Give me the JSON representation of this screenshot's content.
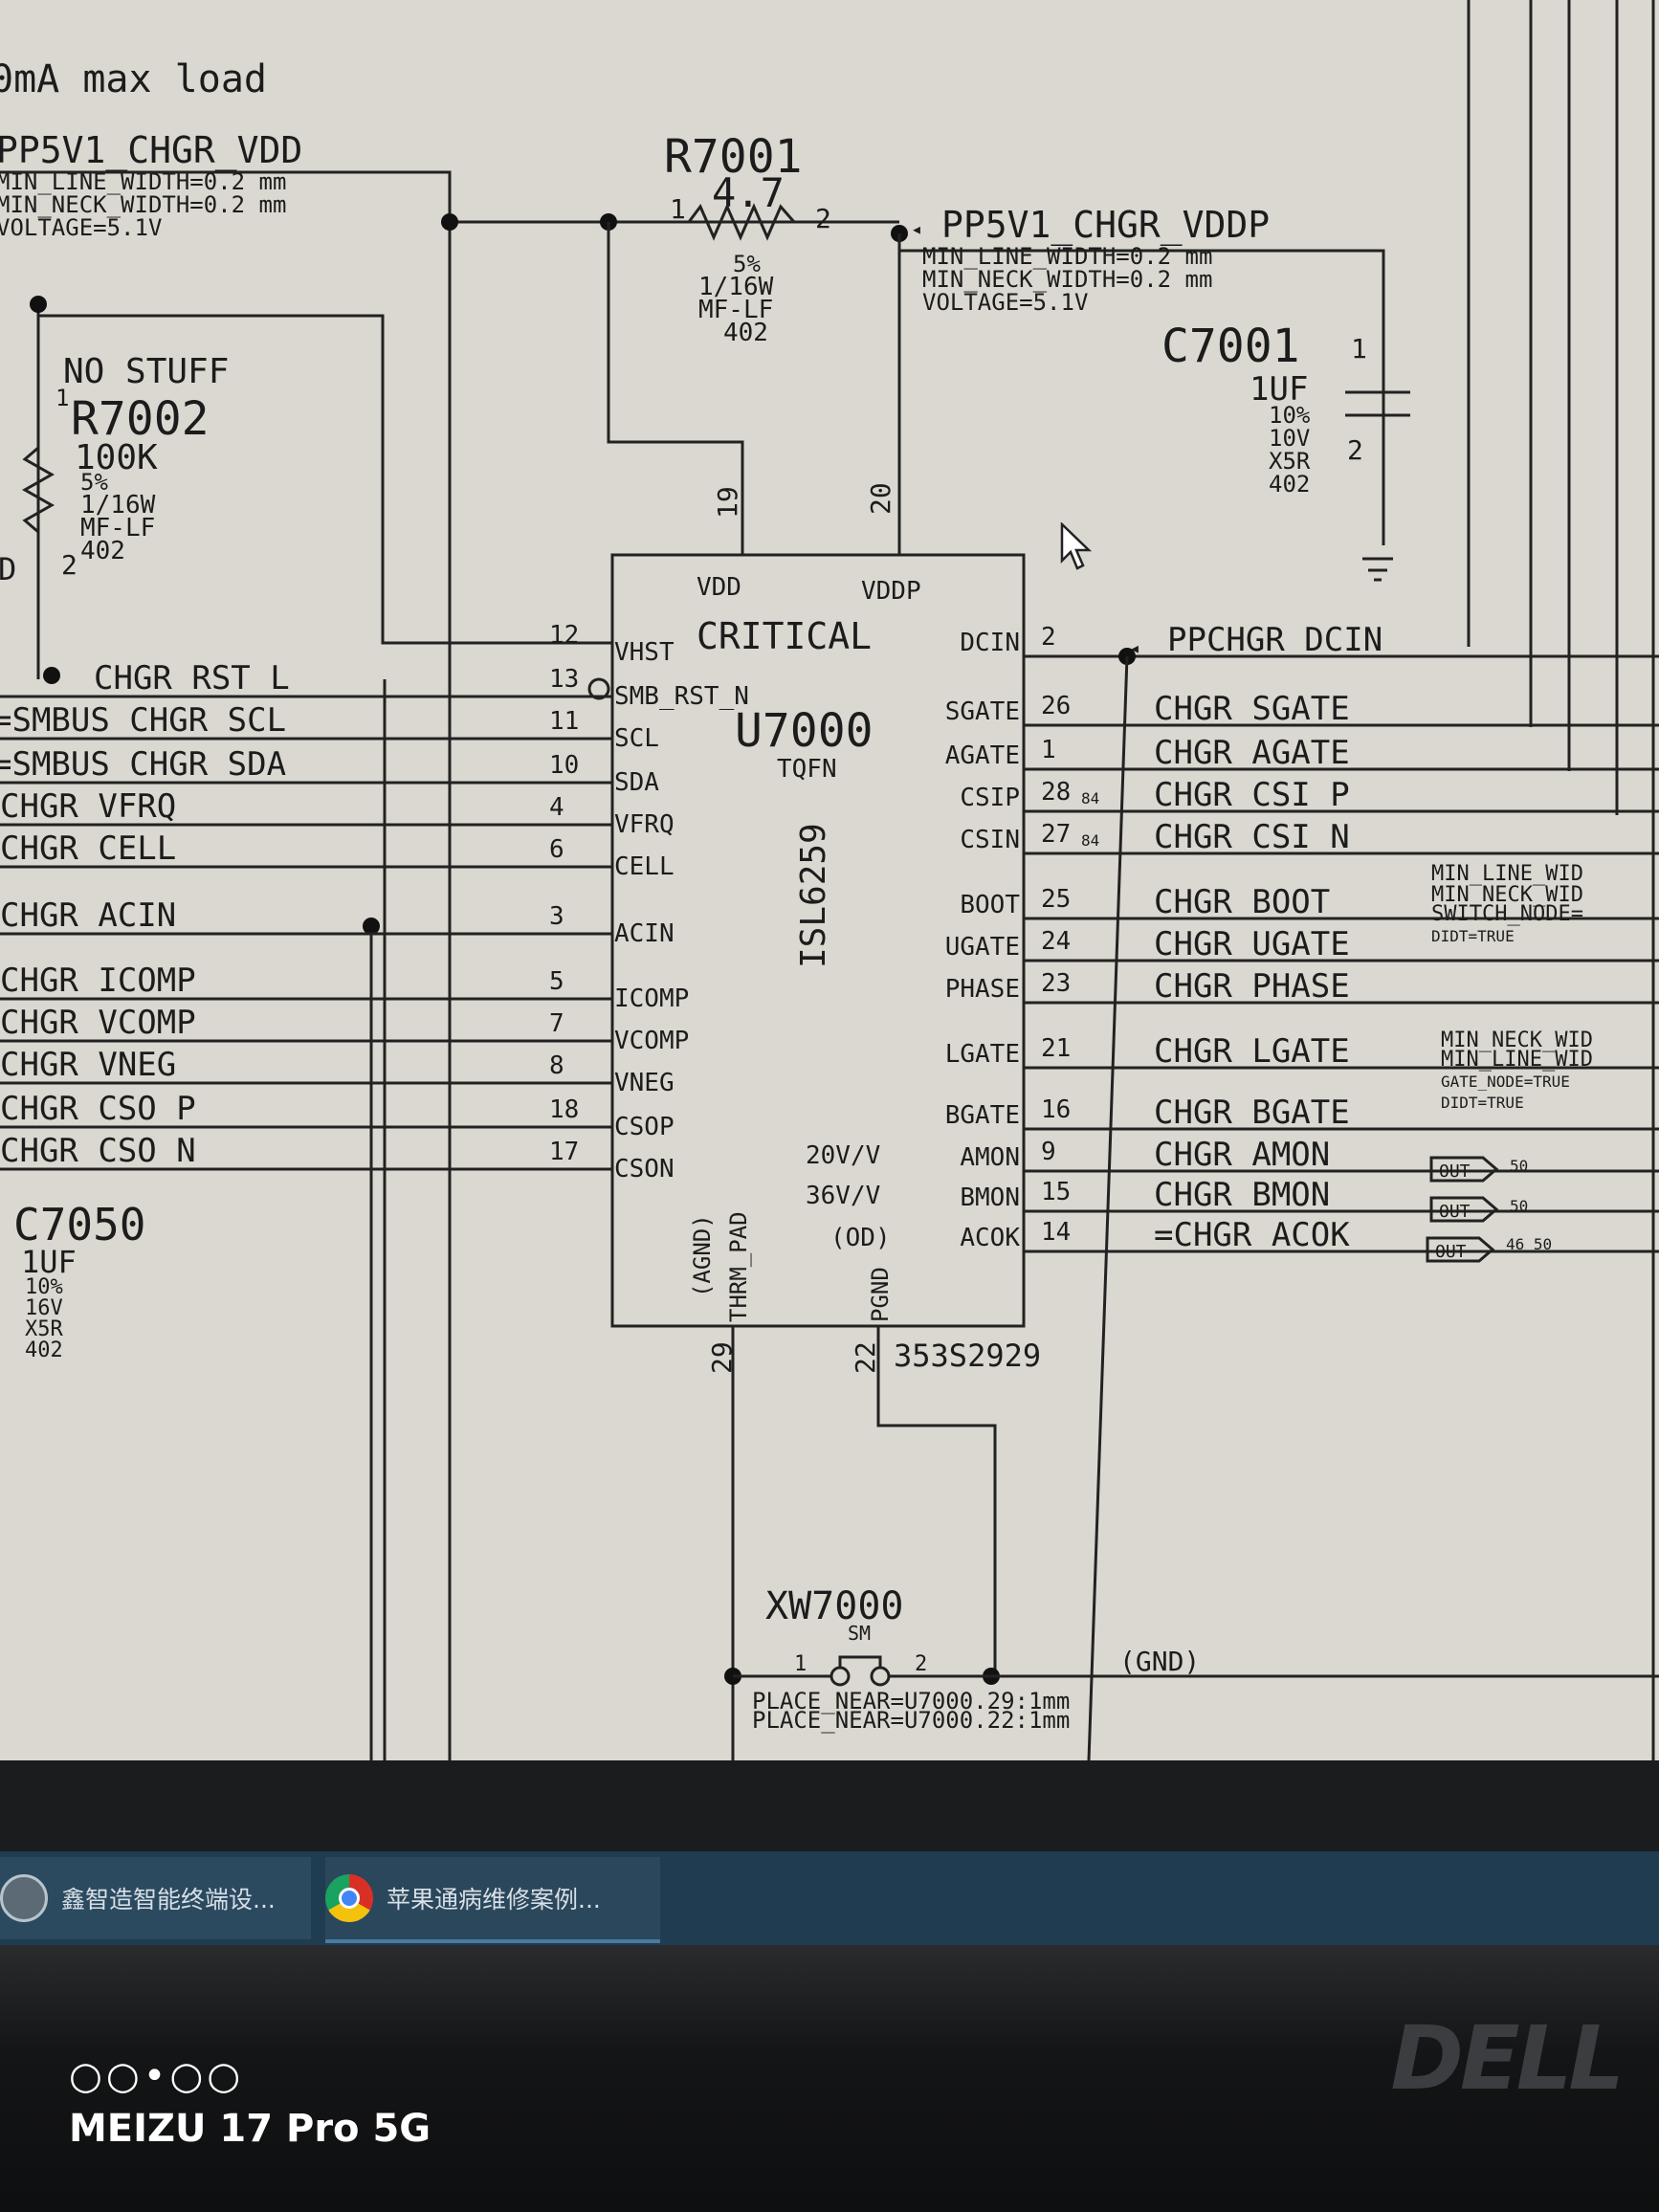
{
  "schematic": {
    "header_note": "0mA max load",
    "net_vdd": "PP5V1_CHGR_VDD",
    "net_vdd_attr1": "MIN_LINE_WIDTH=0.2 mm",
    "net_vdd_attr2": "MIN_NECK_WIDTH=0.2 mm",
    "net_vdd_attr3": "VOLTAGE=5.1V",
    "r7001_ref": "R7001",
    "r7001_value": "4.7",
    "r7001_tol": "5%",
    "r7001_power": "1/16W",
    "r7001_type": "MF-LF",
    "r7001_pkg": "402",
    "net_vddp": "PP5V1_CHGR_VDDP",
    "net_vddp_attr1": "MIN_LINE_WIDTH=0.2 mm",
    "net_vddp_attr2": "MIN_NECK_WIDTH=0.2 mm",
    "net_vddp_attr3": "VOLTAGE=5.1V",
    "c7001_ref": "C7001",
    "c7001_value": "1UF",
    "c7001_tol": "10%",
    "c7001_volt": "10V",
    "c7001_diel": "X5R",
    "c7001_pkg": "402",
    "no_stuff": "NO STUFF",
    "r7002_ref": "R7002",
    "r7002_value": "100K",
    "r7002_tol": "5%",
    "r7002_power": "1/16W",
    "r7002_type": "MF-LF",
    "r7002_pkg": "402",
    "ic_ref": "U7000",
    "ic_pkg": "TQFN",
    "ic_part": "ISL6259",
    "ic_critical": "CRITICAL",
    "ic_partnum": "353S2929",
    "ic_vdd": "VDD",
    "ic_vddp": "VDDP",
    "ic_agnd": "(AGND)",
    "ic_thrm": "THRM_PAD",
    "ic_pgnd": "PGND",
    "pin_19": "19",
    "pin_20": "20",
    "pin_29": "29",
    "pin_22": "22",
    "left_pins": [
      {
        "num": "12",
        "pin": "VHST",
        "net": ""
      },
      {
        "num": "13",
        "pin": "SMB_RST_N",
        "net": "CHGR_RST_L"
      },
      {
        "num": "11",
        "pin": "SCL",
        "net": "=SMBUS_CHGR_SCL"
      },
      {
        "num": "10",
        "pin": "SDA",
        "net": "=SMBUS_CHGR_SDA"
      },
      {
        "num": "4",
        "pin": "VFRQ",
        "net": "CHGR_VFRQ"
      },
      {
        "num": "6",
        "pin": "CELL",
        "net": "CHGR_CELL"
      },
      {
        "num": "3",
        "pin": "ACIN",
        "net": "CHGR_ACIN"
      },
      {
        "num": "5",
        "pin": "ICOMP",
        "net": "CHGR_ICOMP"
      },
      {
        "num": "7",
        "pin": "VCOMP",
        "net": "CHGR_VCOMP"
      },
      {
        "num": "8",
        "pin": "VNEG",
        "net": "CHGR_VNEG"
      },
      {
        "num": "18",
        "pin": "CSOP",
        "net": "CHGR_CSO_P"
      },
      {
        "num": "17",
        "pin": "CSON",
        "net": "CHGR_CSO_N"
      }
    ],
    "right_pins": [
      {
        "num": "2",
        "pin": "DCIN",
        "net": "PPCHGR_DCIN"
      },
      {
        "num": "26",
        "pin": "SGATE",
        "net": "CHGR_SGATE"
      },
      {
        "num": "1",
        "pin": "AGATE",
        "net": "CHGR_AGATE"
      },
      {
        "num": "28",
        "pin": "CSIP",
        "net": "CHGR_CSI_P"
      },
      {
        "num": "27",
        "pin": "CSIN",
        "net": "CHGR_CSI_N"
      },
      {
        "num": "25",
        "pin": "BOOT",
        "net": "CHGR_BOOT"
      },
      {
        "num": "24",
        "pin": "UGATE",
        "net": "CHGR_UGATE"
      },
      {
        "num": "23",
        "pin": "PHASE",
        "net": "CHGR_PHASE"
      },
      {
        "num": "21",
        "pin": "LGATE",
        "net": "CHGR_LGATE"
      },
      {
        "num": "16",
        "pin": "BGATE",
        "net": "CHGR_BGATE"
      },
      {
        "num": "9",
        "pin": "AMON",
        "net": "CHGR_AMON"
      },
      {
        "num": "15",
        "pin": "BMON",
        "net": "CHGR_BMON"
      },
      {
        "num": "14",
        "pin": "ACOK",
        "net": "=CHGR_ACOK"
      }
    ],
    "amon_gain": "20V/V",
    "bmon_gain": "36V/V",
    "acok_od": "(OD)",
    "page_ref_84a": "84",
    "page_ref_84b": "84",
    "boot_attr1": "MIN_LINE_WID",
    "boot_attr2": "MIN_NECK_WID",
    "boot_attr3": "SWITCH_NODE=",
    "boot_attr4": "DIDT=TRUE",
    "lgate_attr1": "MIN_NECK_WID",
    "lgate_attr2": "MIN_LINE_WID",
    "lgate_attr3": "GATE_NODE=TRUE",
    "lgate_attr4": "DIDT=TRUE",
    "out_label": "OUT",
    "amon_ref": "50",
    "bmon_ref": "50",
    "acok_ref": "46 50",
    "c7050_ref": "C7050",
    "c7050_value": "1UF",
    "c7050_tol": "10%",
    "c7050_volt": "16V",
    "c7050_diel": "X5R",
    "c7050_pkg": "402",
    "xw_ref": "XW7000",
    "xw_type": "SM",
    "xw_pin1": "1",
    "xw_pin2": "2",
    "gnd_label": "(GND)",
    "place1": "PLACE_NEAR=U7000.29:1mm",
    "place2": "PLACE_NEAR=U7000.22:1mm",
    "d_label": "D",
    "r7002_pin1": "1",
    "r7002_pin2": "2",
    "r7001_pin1": "1",
    "r7001_pin2": "2",
    "c7001_pin1": "1",
    "c7001_pin2": "2"
  },
  "taskbar": {
    "task1_label": "鑫智造智能终端设...",
    "task2_label": "苹果通病维修案例..."
  },
  "bezel": {
    "brand": "DELL"
  },
  "watermark": {
    "dots": "○○•○○",
    "device": "MEIZU 17 Pro 5G"
  }
}
